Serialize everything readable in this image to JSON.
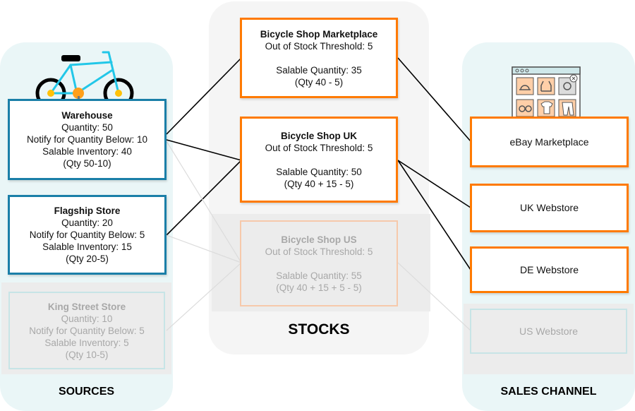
{
  "sources": {
    "label": "SOURCES",
    "items": [
      {
        "name": "Warehouse",
        "lines": [
          "Quantity: 50",
          "Notify for Quantity Below: 10",
          "Salable Inventory: 40",
          "(Qty 50-10)"
        ],
        "enabled": true
      },
      {
        "name": "Flagship Store",
        "lines": [
          "Quantity: 20",
          "Notify for Quantity Below: 5",
          "Salable Inventory: 15",
          "(Qty 20-5)"
        ],
        "enabled": true
      },
      {
        "name": "King Street Store",
        "lines": [
          "Quantity: 10",
          "Notify for Quantity Below: 5",
          "Salable Inventory: 5",
          "(Qty 10-5)"
        ],
        "enabled": false
      }
    ]
  },
  "stocks": {
    "label": "STOCKS",
    "items": [
      {
        "name": "Bicycle Shop Marketplace",
        "threshold": "Out of Stock Threshold: 5",
        "salable": "Salable Quantity: 35",
        "formula": "(Qty 40 - 5)",
        "enabled": true
      },
      {
        "name": "Bicycle Shop UK",
        "threshold": "Out of Stock Threshold: 5",
        "salable": "Salable Quantity: 50",
        "formula": "(Qty 40 + 15 - 5)",
        "enabled": true
      },
      {
        "name": "Bicycle Shop US",
        "threshold": "Out of Stock Threshold: 5",
        "salable": "Salable Quantity: 55",
        "formula": "(Qty 40 + 15 + 5 - 5)",
        "enabled": false
      }
    ]
  },
  "sales_channel": {
    "label": "SALES CHANNEL",
    "items": [
      {
        "name": "eBay Marketplace",
        "enabled": true
      },
      {
        "name": "UK Webstore",
        "enabled": true
      },
      {
        "name": "DE Webstore",
        "enabled": true
      },
      {
        "name": "US Webstore",
        "enabled": false
      }
    ]
  },
  "links": [
    {
      "from": "Warehouse",
      "to": "Bicycle Shop Marketplace",
      "active": true
    },
    {
      "from": "Warehouse",
      "to": "Bicycle Shop UK",
      "active": true
    },
    {
      "from": "Flagship Store",
      "to": "Bicycle Shop UK",
      "active": true
    },
    {
      "from": "Warehouse",
      "to": "Bicycle Shop US",
      "active": false
    },
    {
      "from": "Flagship Store",
      "to": "Bicycle Shop US",
      "active": false
    },
    {
      "from": "King Street Store",
      "to": "Bicycle Shop US",
      "active": false
    },
    {
      "from": "Bicycle Shop Marketplace",
      "to": "eBay Marketplace",
      "active": true
    },
    {
      "from": "Bicycle Shop UK",
      "to": "UK Webstore",
      "active": true
    },
    {
      "from": "Bicycle Shop UK",
      "to": "DE Webstore",
      "active": true
    },
    {
      "from": "Bicycle Shop US",
      "to": "US Webstore",
      "active": false
    }
  ],
  "colors": {
    "source_border": "#1a7fa8",
    "stock_border": "#ff7a00",
    "channel_border": "#ff7a00",
    "panel_teal": "#eaf6f7",
    "panel_gray": "#f5f5f5",
    "disabled_text": "#a8a8a8",
    "bicycle_frame": "#22c7e8"
  },
  "icons": {
    "sources": "bicycle-icon",
    "sales_channel": "online-store-icon"
  }
}
